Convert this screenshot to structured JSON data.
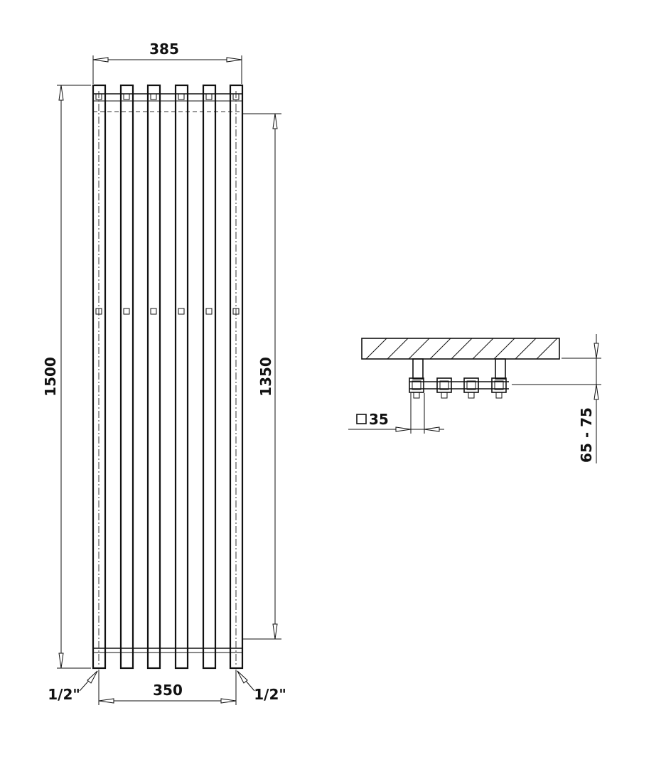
{
  "front_view": {
    "dim_width_overall": "385",
    "dim_width_connections": "350",
    "dim_height_overall": "1500",
    "dim_height_connections": "1350",
    "connection_left": "1/2\"",
    "connection_right": "1/2\""
  },
  "side_view": {
    "dim_tube_section": "35",
    "dim_wall_distance": "65 - 75"
  }
}
